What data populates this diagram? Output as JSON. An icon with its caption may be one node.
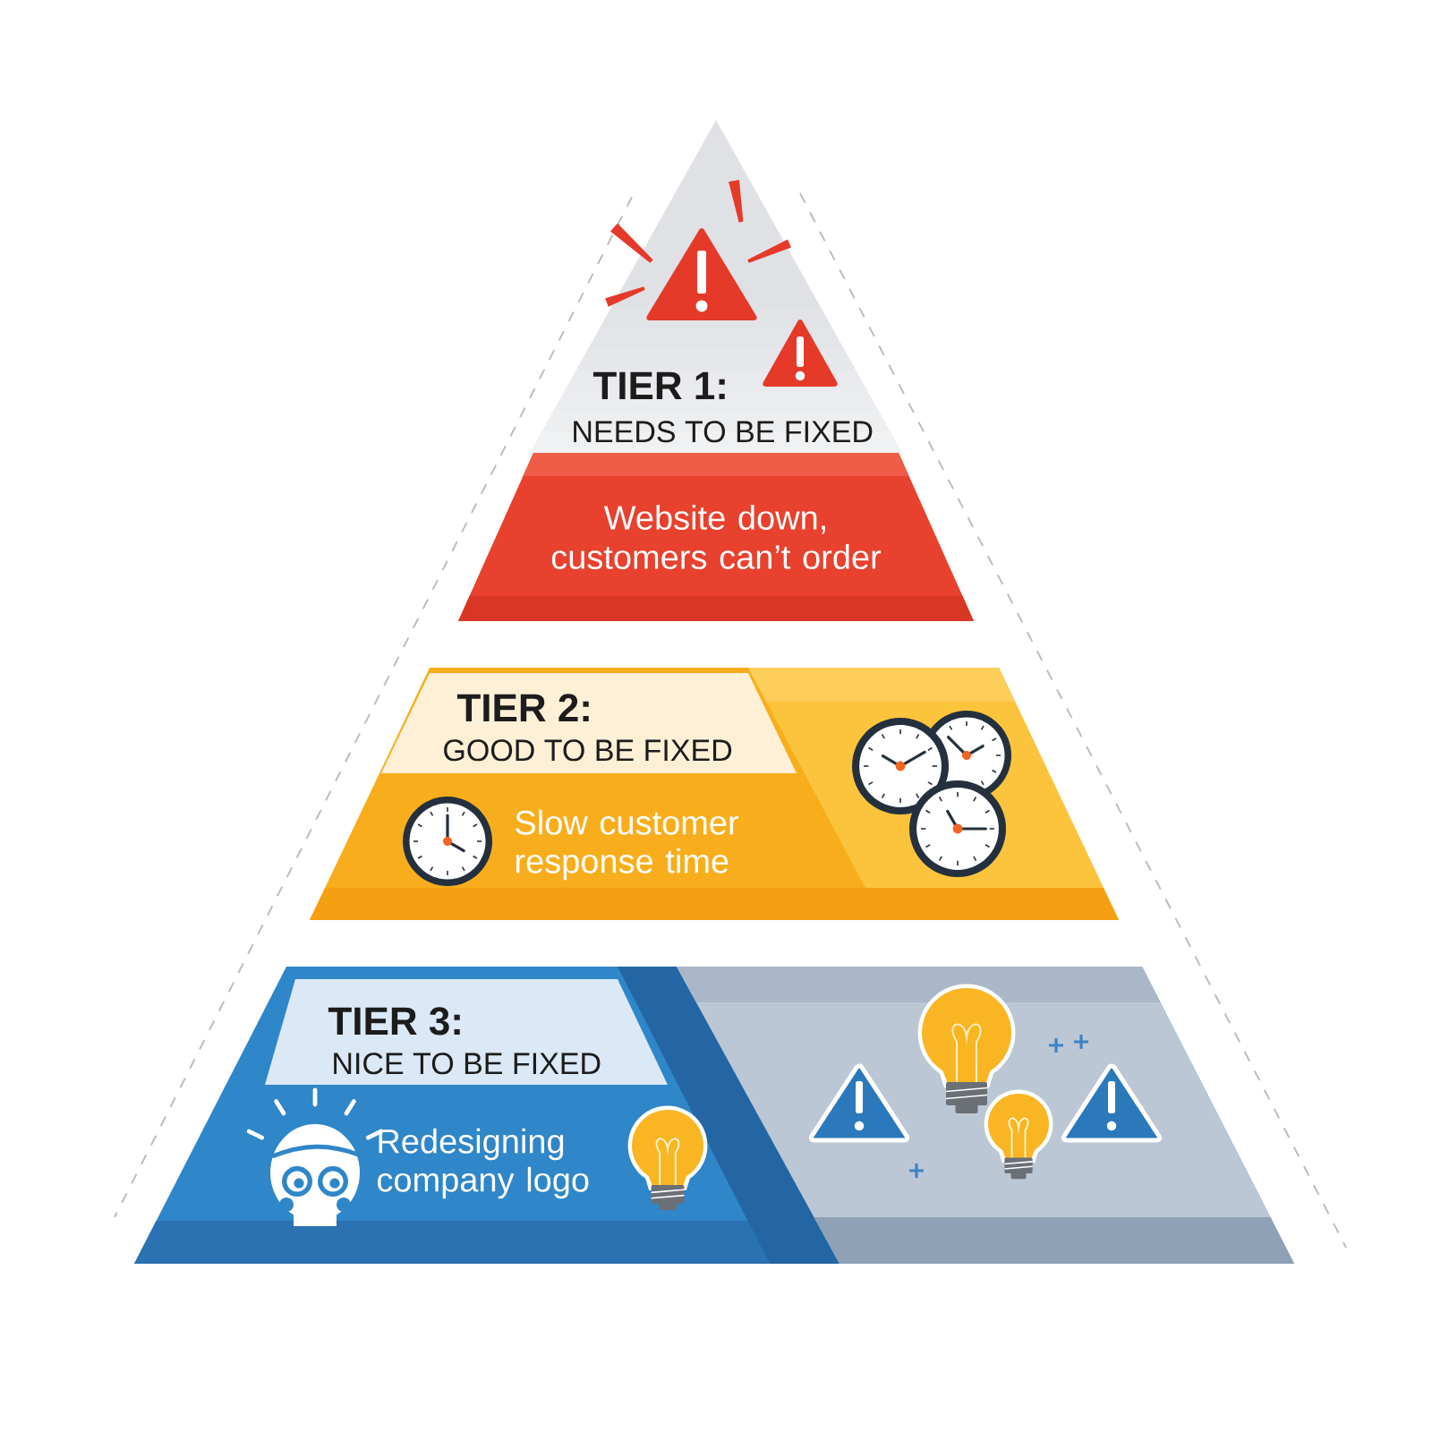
{
  "diagram": {
    "nodes": [
      {
        "text": [
          "TIER 1:",
          "NEEDS TO BE FIXED"
        ]
      },
      {
        "text": [
          "Website down, customers can’t order"
        ]
      },
      {
        "text": [
          "Slow customer response time"
        ]
      },
      {
        "text": [
          "TIER 2:",
          "GOOD TO BE FIXED"
        ],
        "in": 2
      },
      {
        "text": [
          "Redesigning company logo"
        ]
      },
      {
        "text": [
          "TIER 3:",
          "NICE TO BE FIXED"
        ],
        "in": 4
      }
    ]
  }
}
